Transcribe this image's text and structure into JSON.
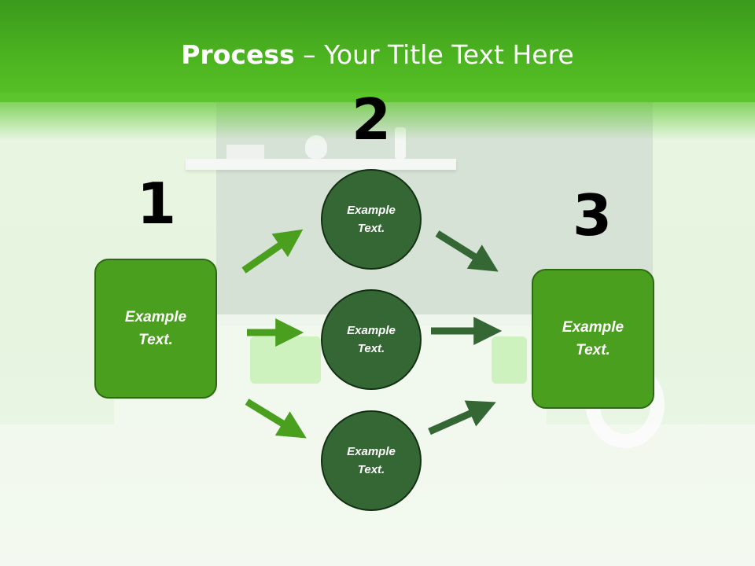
{
  "slide": {
    "title_bold": "Process",
    "title_rest": " – Your Title Text Here"
  },
  "steps": {
    "one": {
      "number": "1",
      "text": "Example\nText."
    },
    "two": {
      "number": "2"
    },
    "three": {
      "number": "3",
      "text": "Example\nText."
    }
  },
  "circles": {
    "top": "Example\nText.",
    "middle": "Example\nText.",
    "bottom": "Example\nText."
  },
  "colors": {
    "header_green": "#4db520",
    "box_green": "#4aa01e",
    "circle_dark_green": "#356735",
    "arrow_light_green": "#4aa01e",
    "arrow_dark_green": "#356735"
  }
}
